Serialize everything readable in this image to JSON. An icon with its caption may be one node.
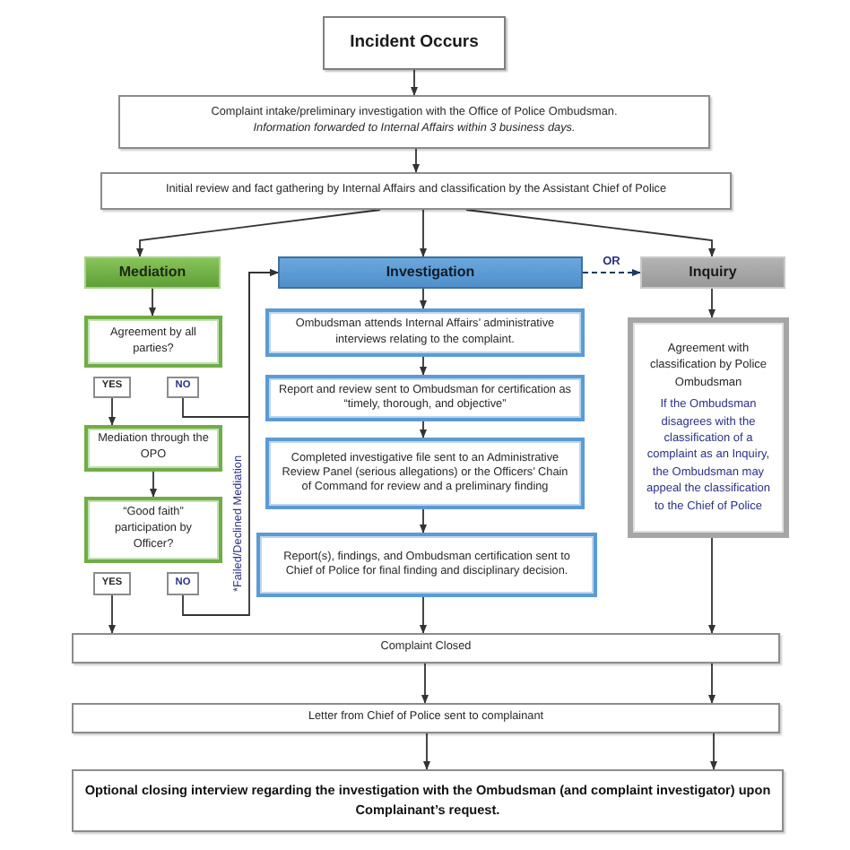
{
  "diagram": {
    "nodes": [
      {
        "text": [
          "Incident Occurs"
        ]
      },
      {
        "text": [
          "Complaint intake/preliminary investigation with the Office of Police Ombudsman.",
          "Information forwarded to Internal Affairs within 3 business days."
        ]
      },
      {
        "text": [
          "Initial review and fact gathering by Internal Affairs and classification by the Assistant Chief of Police"
        ]
      },
      {
        "text": [
          "Mediation"
        ]
      },
      {
        "text": [
          "Investigation"
        ]
      },
      {
        "text": [
          "Inquiry"
        ]
      },
      {
        "text": [
          "Agreement by all parties?"
        ]
      },
      {
        "text": [
          "YES"
        ]
      },
      {
        "text": [
          "NO"
        ]
      },
      {
        "text": [
          "Mediation through the OPO"
        ]
      },
      {
        "text": [
          "“Good faith” participation by Officer?"
        ]
      },
      {
        "text": [
          "YES"
        ]
      },
      {
        "text": [
          "NO"
        ]
      },
      {
        "text": [
          "Ombudsman attends Internal Affairs’ administrative interviews relating to the complaint."
        ]
      },
      {
        "text": [
          "Report and review sent to Ombudsman for certification as “timely, thorough, and objective”"
        ]
      },
      {
        "text": [
          "Completed investigative file sent to an Administrative Review Panel (serious allegations) or the Officers’ Chain of Command for review and a preliminary finding"
        ]
      },
      {
        "text": [
          "Report(s), findings, and Ombudsman certification sent to Chief of Police for final finding and disciplinary decision."
        ]
      },
      {
        "text": [
          "Agreement with classification by Police Ombudsman",
          "If the Ombudsman disagrees with the classification of a complaint as an Inquiry, the Ombudsman may appeal the classification to the Chief of Police"
        ]
      },
      {
        "text": [
          "Complaint Closed"
        ]
      },
      {
        "text": [
          "Letter from Chief of Police sent to complainant"
        ]
      },
      {
        "text": [
          "Optional closing interview regarding the investigation with the Ombudsman (and complaint investigator) upon Complainant’s request."
        ]
      }
    ],
    "edges": [
      {
        "from": 0,
        "to": 1,
        "arrow": "to"
      },
      {
        "from": 1,
        "to": 2,
        "arrow": "to"
      },
      {
        "from": 2,
        "to": 3,
        "arrow": "to"
      },
      {
        "from": 2,
        "to": 4,
        "arrow": "to"
      },
      {
        "from": 2,
        "to": 5,
        "arrow": "to"
      },
      {
        "from": 4,
        "to": 5,
        "arrow": "to",
        "label": "OR",
        "style": "dashed",
        "color": "#1f3864"
      },
      {
        "from": 3,
        "to": 6,
        "arrow": "to"
      },
      {
        "from": 7,
        "to": 9,
        "arrow": "to"
      },
      {
        "from": 8,
        "to": 4,
        "arrow": "to"
      },
      {
        "from": 9,
        "to": 10,
        "arrow": "to"
      },
      {
        "from": 11,
        "to": 18,
        "arrow": "to"
      },
      {
        "from": 12,
        "to": 4,
        "arrow": "to",
        "label": "*Failed/Declined Mediation"
      },
      {
        "from": 4,
        "to": 13,
        "arrow": "to"
      },
      {
        "from": 13,
        "to": 14,
        "arrow": "to"
      },
      {
        "from": 14,
        "to": 15,
        "arrow": "to"
      },
      {
        "from": 15,
        "to": 16,
        "arrow": "to"
      },
      {
        "from": 16,
        "to": 18,
        "arrow": "to"
      },
      {
        "from": 5,
        "to": 17,
        "arrow": "to"
      },
      {
        "from": 17,
        "to": 18,
        "arrow": "to"
      },
      {
        "from": 18,
        "to": 19,
        "arrow": "to"
      },
      {
        "from": 18,
        "to": 19,
        "arrow": "to"
      },
      {
        "from": 19,
        "to": 20,
        "arrow": "to"
      },
      {
        "from": 19,
        "to": 20,
        "arrow": "to"
      }
    ]
  }
}
